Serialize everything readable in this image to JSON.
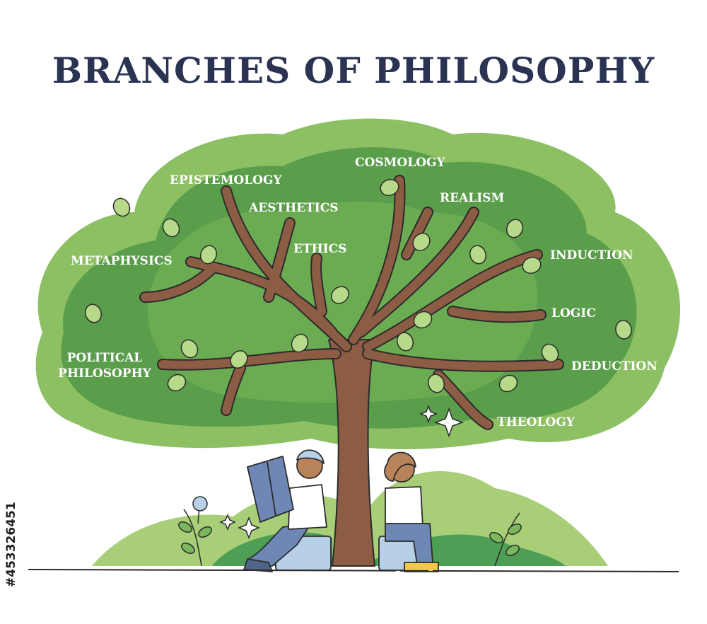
{
  "title": "BRANCHES OF PHILOSOPHY",
  "branches": {
    "epistemology": "EPISTEMOLOGY",
    "cosmology": "COSMOLOGY",
    "realism": "REALISM",
    "aesthetics": "AESTHETICS",
    "metaphysics": "METAPHYSICS",
    "ethics": "ETHICS",
    "induction": "INDUCTION",
    "logic": "LOGIC",
    "political_philosophy": [
      "POLITICAL",
      "PHILOSOPHY"
    ],
    "deduction": "DEDUCTION",
    "theology": "THEOLOGY"
  },
  "stock_id": "#453326451",
  "colors": {
    "title": "#2b3352",
    "canopy_light": "#8cc063",
    "canopy_dark": "#5a9e4b",
    "trunk": "#8c5c44",
    "label": "#ffffff"
  }
}
